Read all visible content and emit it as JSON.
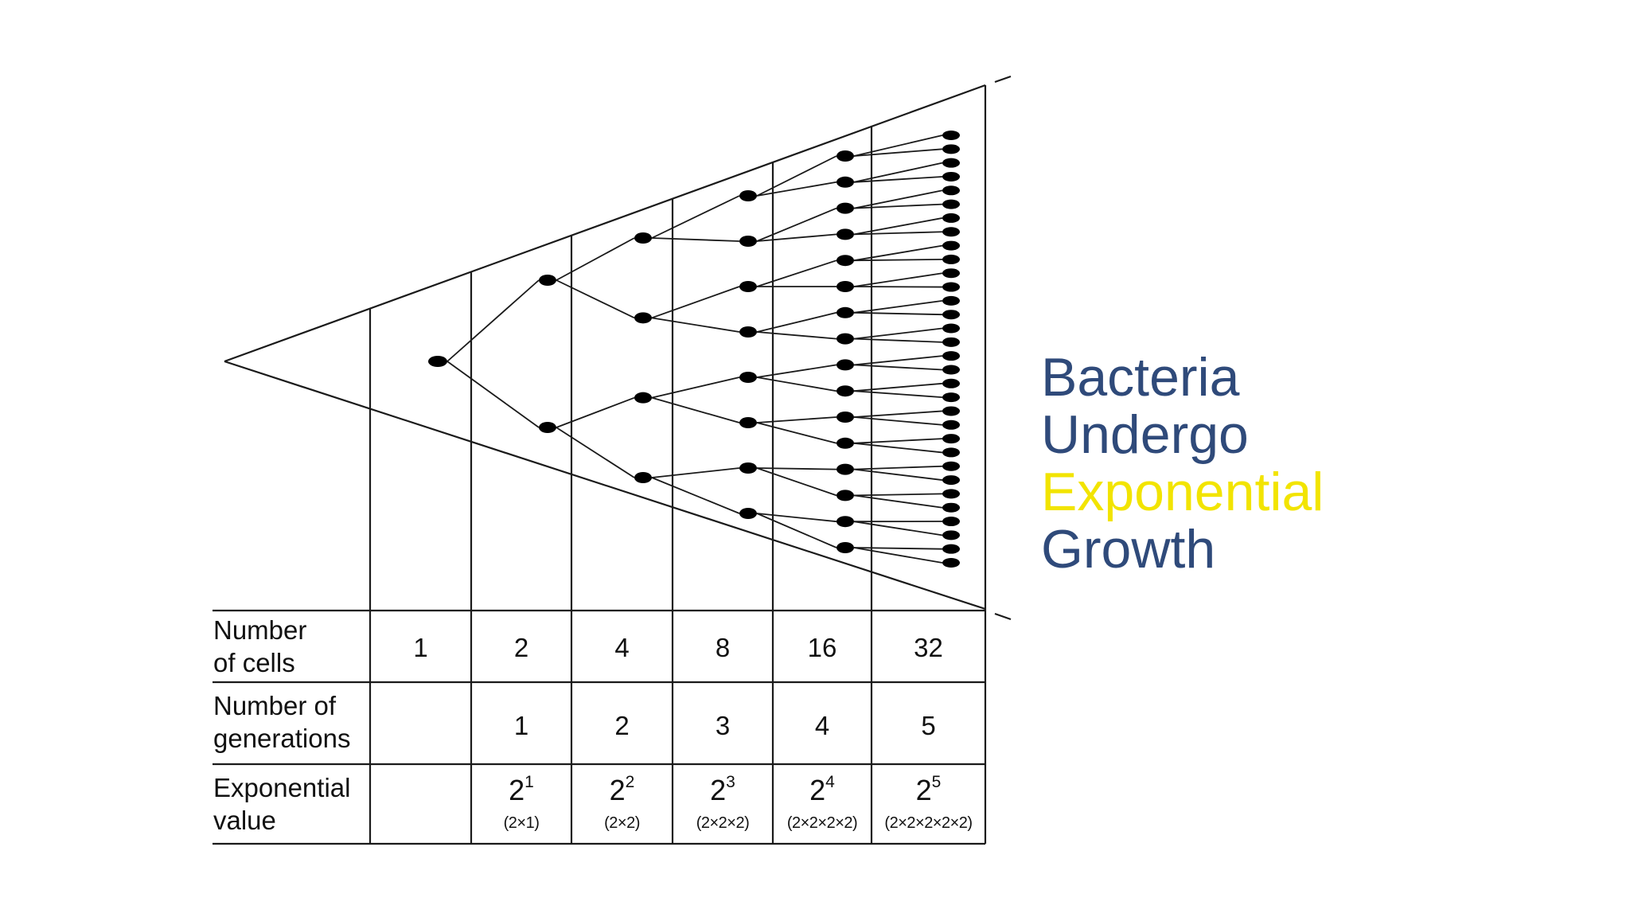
{
  "colors": {
    "title_primary": "#2F4A7A",
    "title_highlight": "#F2E400",
    "line": "#1a1a1a",
    "cell_dot": "#000000"
  },
  "title": {
    "line1": "Bacteria",
    "line2": "Undergo",
    "line3": "Exponential",
    "line4": "Growth"
  },
  "table": {
    "row_labels": {
      "cells": [
        "Number",
        "of cells"
      ],
      "generations": [
        "Number of",
        "generations"
      ],
      "exponential": [
        "Exponential",
        "value"
      ]
    },
    "number_of_cells": [
      "1",
      "2",
      "4",
      "8",
      "16",
      "32"
    ],
    "number_of_generations": [
      "",
      "1",
      "2",
      "3",
      "4",
      "5"
    ],
    "exponential_base": [
      "",
      "2",
      "2",
      "2",
      "2",
      "2"
    ],
    "exponential_power": [
      "",
      "1",
      "2",
      "3",
      "4",
      "5"
    ],
    "exponential_expansion": [
      "",
      "(2×1)",
      "(2×2)",
      "(2×2×2)",
      "(2×2×2×2)",
      "(2×2×2×2×2)"
    ]
  },
  "diagram": {
    "generation_cell_counts": [
      1,
      2,
      4,
      8,
      16,
      32
    ]
  }
}
